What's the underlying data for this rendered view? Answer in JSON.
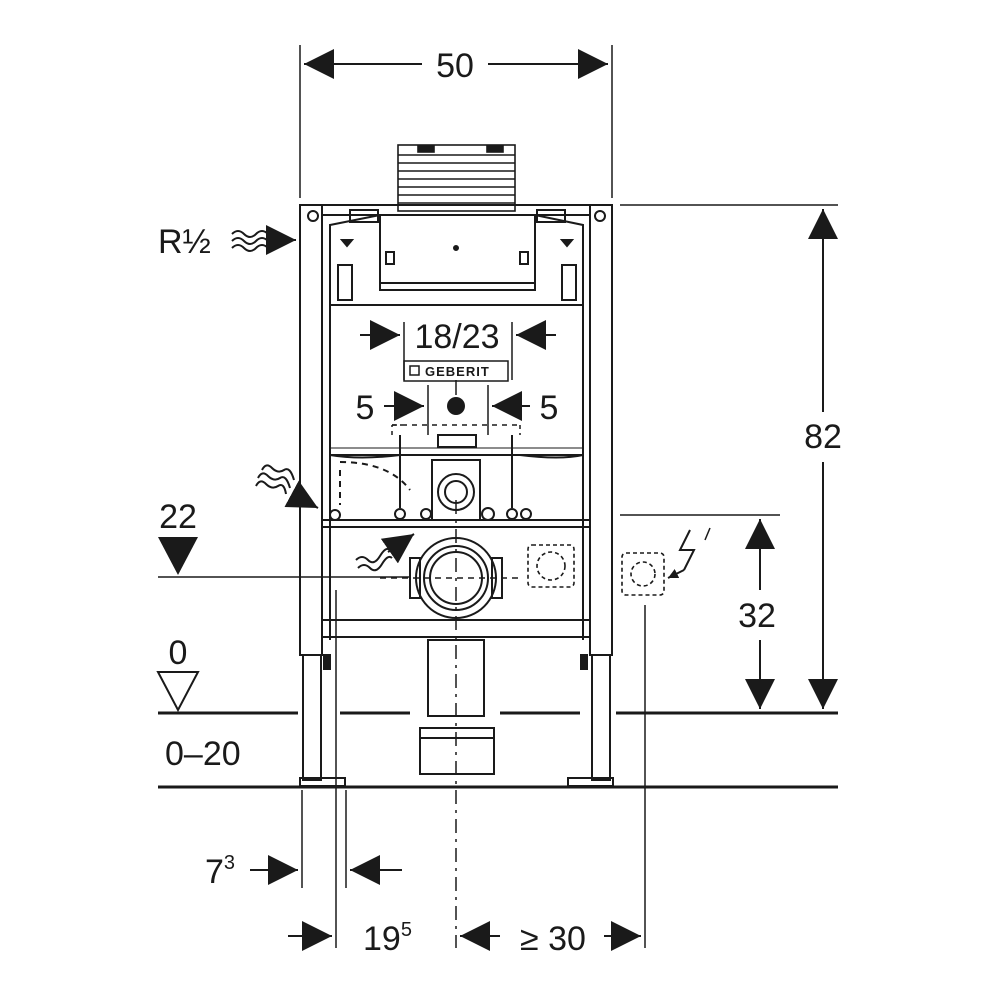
{
  "dimensions": {
    "width": "50",
    "height": "82",
    "flush_plate": "18/23",
    "left_offset": "5",
    "right_offset": "5",
    "connection_height": "22",
    "power_height": "32",
    "floor_level": "0",
    "floor_range": "0–20",
    "foot_offset_base": "7",
    "foot_offset_sup": "3",
    "drain_offset_base": "19",
    "drain_offset_sup": "5",
    "min_clearance": "≥ 30"
  },
  "supply": {
    "label": "R½"
  },
  "brand": {
    "logo_text": "GEBERIT"
  },
  "colors": {
    "line": "#1a1a1a",
    "background": "#ffffff"
  }
}
